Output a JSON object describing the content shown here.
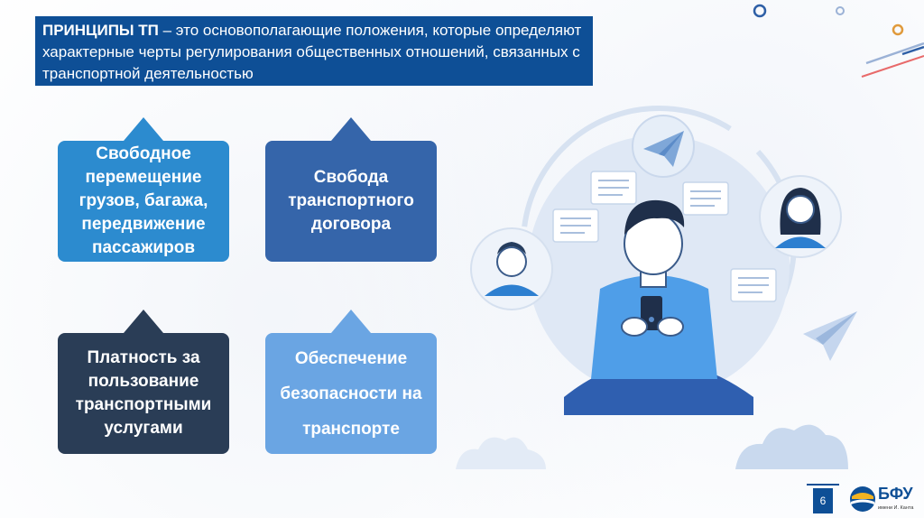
{
  "header": {
    "lead": "ПРИНЦИПЫ ТП",
    "rest": " – это основополагающие положения, которые определяют характерные черты регулирования общественных отношений, связанных с транспортной деятельностью"
  },
  "cards": [
    {
      "text": "Свободное перемещение грузов, багажа, передвижение пассажиров"
    },
    {
      "text": "Свобода транспортного договора"
    },
    {
      "text": "Платность за пользование транспортными услугами"
    },
    {
      "text": "Обеспечение безопасности на транспорте"
    }
  ],
  "colors": {
    "header": "#0e4f96",
    "card1": "#2c8bcf",
    "card2": "#3565aa",
    "card3": "#2a3d56",
    "card4": "#6aa5e3"
  },
  "footer": {
    "page_number": "6",
    "logo_name": "БФУ",
    "logo_sub": "имени И. Канта"
  }
}
